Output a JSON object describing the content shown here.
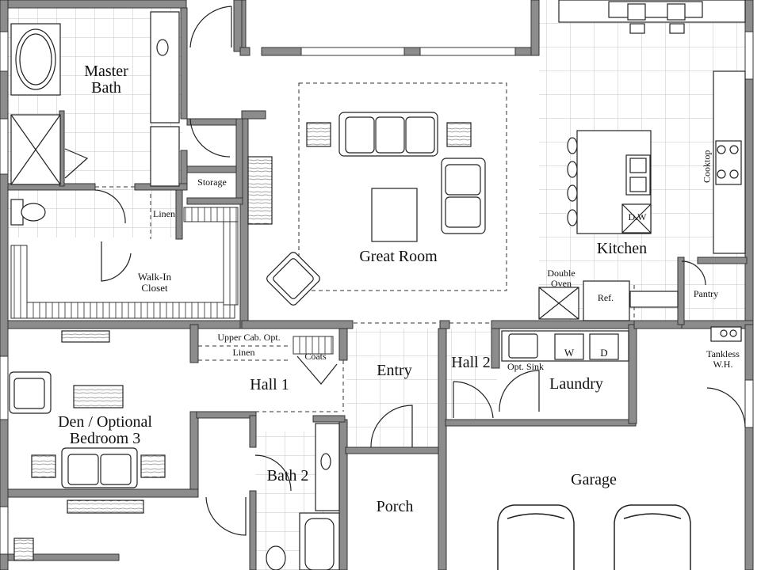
{
  "rooms": {
    "master_bath": "Master\nBath",
    "storage": "Storage",
    "linen_master": "Linen",
    "walk_in_closet": "Walk-In\nCloset",
    "great_room": "Great Room",
    "kitchen": "Kitchen",
    "double_oven": "Double\nOven",
    "ref": "Ref.",
    "pantry": "Pantry",
    "cooktop": "Cooktop",
    "dw": "D.W",
    "upper_cab": "Upper Cab. Opt.",
    "linen_hall": "Linen",
    "coats": "Coats",
    "hall1": "Hall 1",
    "entry": "Entry",
    "hall2": "Hall 2",
    "opt_sink": "Opt. Sink",
    "washer": "W",
    "dryer": "D",
    "laundry": "Laundry",
    "tankless": "Tankless\nW.H.",
    "den": "Den / Optional\nBedroom 3",
    "bath2": "Bath 2",
    "porch": "Porch",
    "garage": "Garage"
  },
  "colors": {
    "wall": "#8c8c8c",
    "wall_edge": "#333333",
    "tile_line": "#bdbdbd",
    "line": "#222222"
  }
}
